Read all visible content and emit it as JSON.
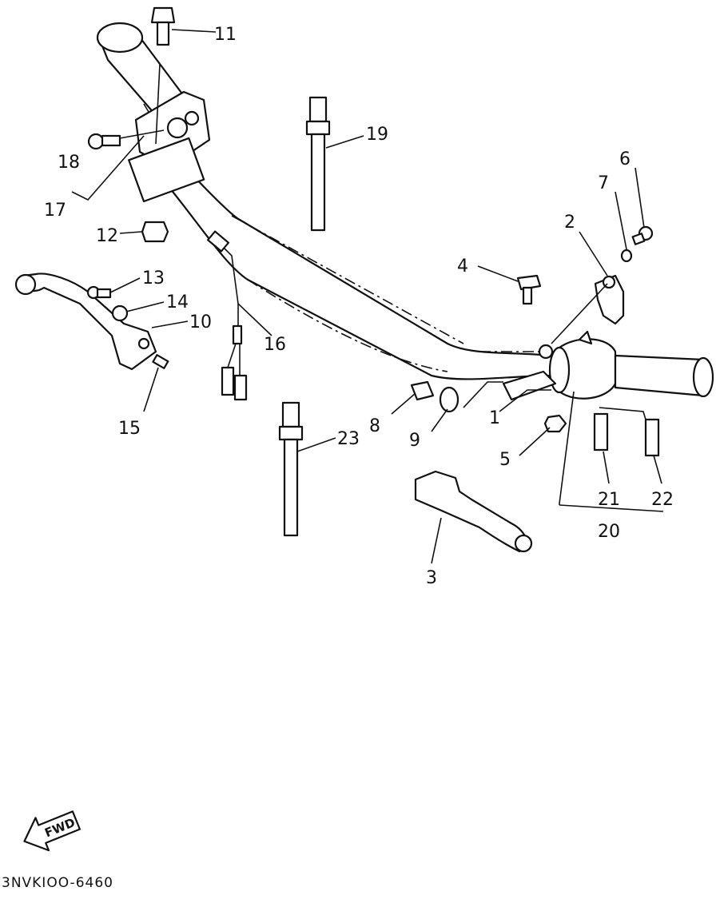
{
  "diagram": {
    "drawing_code": "3NVKIOO-6460",
    "direction_badge": "FWD",
    "callouts": {
      "c1": "1",
      "c2": "2",
      "c3": "3",
      "c4": "4",
      "c5": "5",
      "c6": "6",
      "c7": "7",
      "c8": "8",
      "c9": "9",
      "c10": "10",
      "c11": "11",
      "c12": "12",
      "c13": "13",
      "c14": "14",
      "c15": "15",
      "c16": "16",
      "c17": "17",
      "c18": "18",
      "c19": "19",
      "c20": "20",
      "c21": "21",
      "c22": "22",
      "c23": "23"
    }
  }
}
